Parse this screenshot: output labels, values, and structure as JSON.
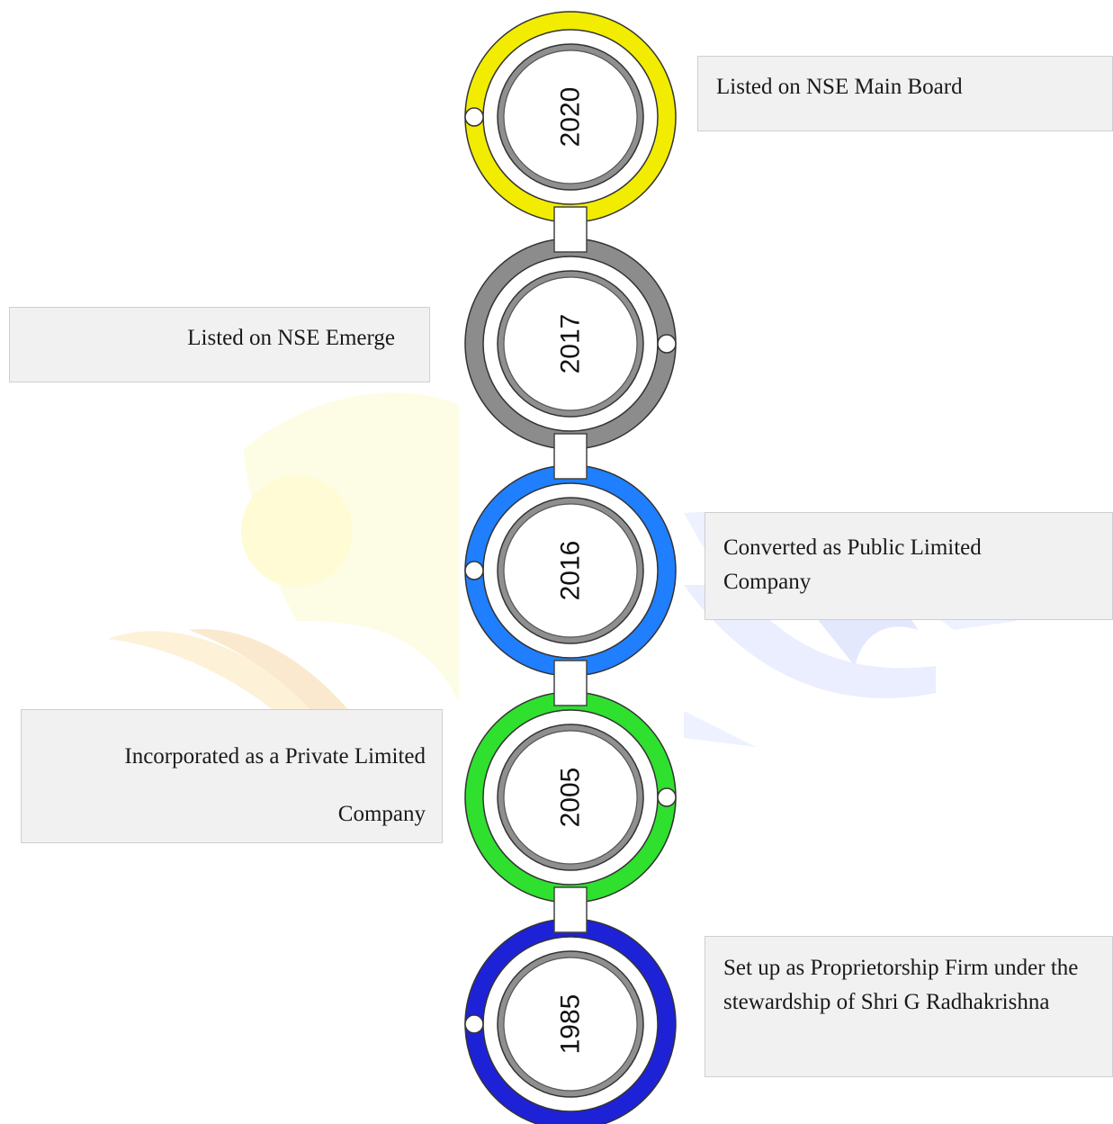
{
  "timeline": {
    "events": [
      {
        "year": "2020",
        "text": "Listed on NSE Main Board",
        "ring_color": "#f2ec00"
      },
      {
        "year": "2017",
        "text": "Listed on NSE Emerge",
        "ring_color": "#8c8c8c"
      },
      {
        "year": "2016",
        "text": "Converted as Public Limited Company",
        "ring_color": "#1f7fff"
      },
      {
        "year": "2005",
        "text": "Incorporated as a Private Limited Company",
        "ring_color": "#2fe02f"
      },
      {
        "year": "1985",
        "text": "Set up as Proprietorship Firm under the stewardship of  Shri G Radhakrishna",
        "ring_color": "#1e22d6"
      }
    ]
  }
}
